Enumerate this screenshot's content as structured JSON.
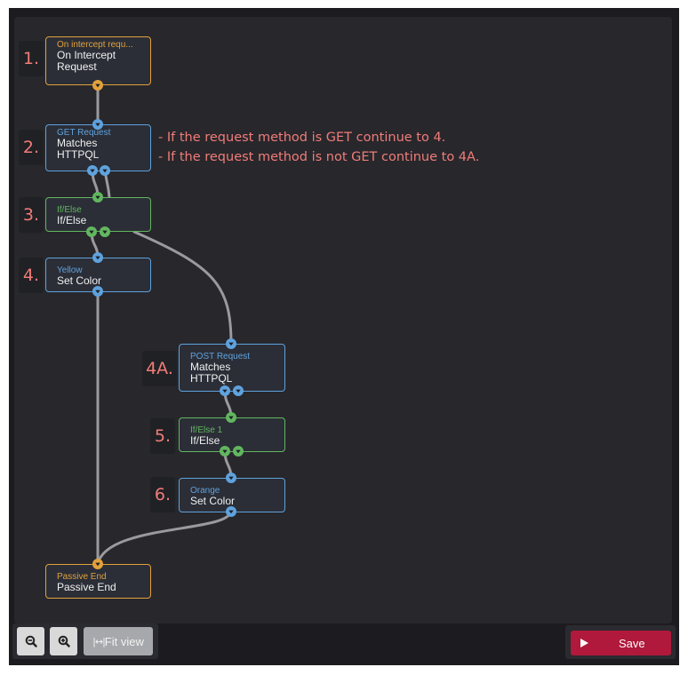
{
  "nodes": {
    "intercept": {
      "type": "On intercept requ...",
      "label": "On Intercept Request"
    },
    "get_request": {
      "type": "GET Request",
      "label": "Matches HTTPQL"
    },
    "if_else": {
      "type": "If/Else",
      "label": "If/Else"
    },
    "yellow": {
      "type": "Yellow",
      "label": "Set Color"
    },
    "post_request": {
      "type": "POST Request",
      "label": "Matches HTTPQL"
    },
    "if_else_1": {
      "type": "If/Else 1",
      "label": "If/Else"
    },
    "orange": {
      "type": "Orange",
      "label": "Set Color"
    },
    "passive_end": {
      "type": "Passive End",
      "label": "Passive End"
    }
  },
  "step_numbers": [
    "1.",
    "2.",
    "3.",
    "4.",
    "4A.",
    "5.",
    "6."
  ],
  "annotations": [
    "- If the request method is GET continue to 4.",
    "- If the request method is not GET continue to 4A."
  ],
  "toolbar": {
    "zoom_out_icon": "zoom-out-icon",
    "zoom_in_icon": "zoom-in-icon",
    "fit_view_label": "Fit view",
    "fit_view_glyph": "|↔|",
    "save_label": "Save"
  },
  "colors": {
    "orange": "#e2a13b",
    "blue": "#5fa2dd",
    "green": "#62b65f",
    "annotation": "#f07c78",
    "save": "#b0193b"
  }
}
